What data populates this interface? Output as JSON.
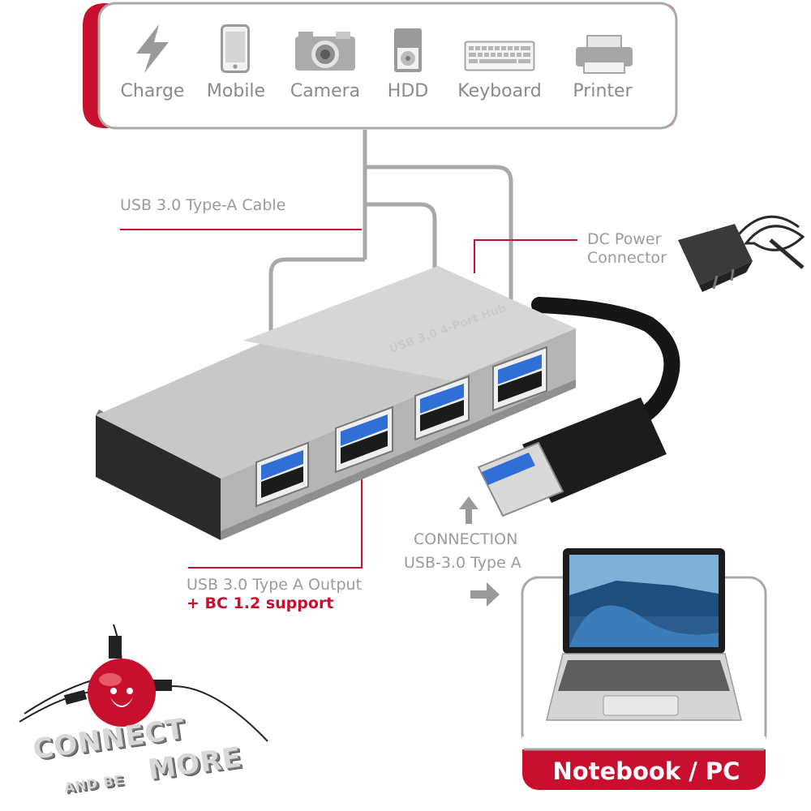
{
  "devices": [
    {
      "label": "Charge",
      "icon": "lightning-icon"
    },
    {
      "label": "Mobile",
      "icon": "smartphone-icon"
    },
    {
      "label": "Camera",
      "icon": "camera-icon"
    },
    {
      "label": "HDD",
      "icon": "hdd-icon"
    },
    {
      "label": "Keyboard",
      "icon": "keyboard-icon"
    },
    {
      "label": "Printer",
      "icon": "printer-icon"
    }
  ],
  "callouts": {
    "cable": "USB 3.0 Type-A Cable",
    "dc_power_line1": "DC Power",
    "dc_power_line2": "Connector",
    "connection_line1": "CONNECTION",
    "connection_line2": "USB-3.0 Type A",
    "output_line1": "USB 3.0 Type A Output",
    "output_line2": "+ BC 1.2 support"
  },
  "hub_label": "USB 3.0 4-Port Hub",
  "target": {
    "label": "Notebook / PC"
  },
  "logo": {
    "line1": "CONNECT",
    "line2_small": "AND BE",
    "line2_big": "MORE"
  },
  "colors": {
    "accent": "#c8102e",
    "line_gray": "#a8a8a8",
    "text_gray": "#9a9a9a",
    "usb3_blue": "#2f6fd6"
  }
}
